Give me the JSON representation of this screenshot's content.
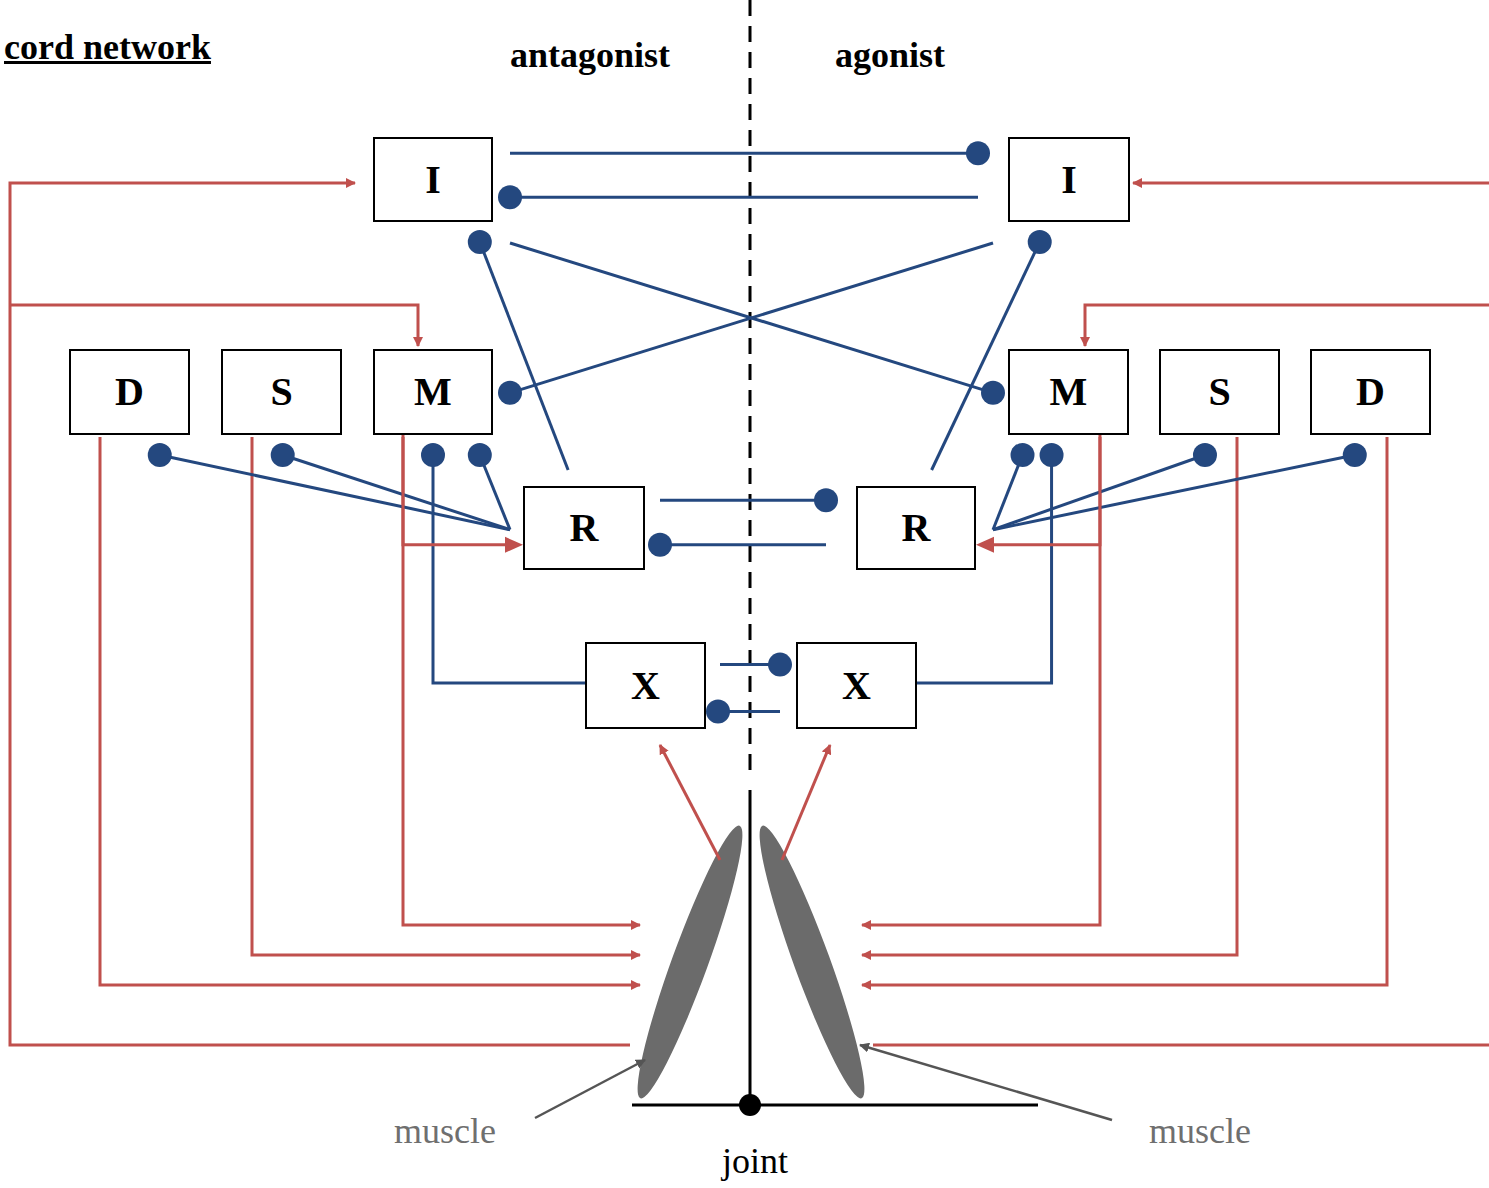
{
  "diagram": {
    "title": "cord network",
    "nodes": [
      {
        "text": [
          "I"
        ]
      },
      {
        "text": [
          "I"
        ]
      },
      {
        "text": [
          "D"
        ]
      },
      {
        "text": [
          "S"
        ]
      },
      {
        "text": [
          "M"
        ]
      },
      {
        "text": [
          "M"
        ]
      },
      {
        "text": [
          "S"
        ]
      },
      {
        "text": [
          "D"
        ]
      },
      {
        "text": [
          "R"
        ]
      },
      {
        "text": [
          "R"
        ]
      },
      {
        "text": [
          "X"
        ]
      },
      {
        "text": [
          "X"
        ]
      }
    ],
    "edges": [
      {
        "from": 0,
        "to": 1,
        "arrow": "to"
      },
      {
        "from": 1,
        "to": 0,
        "arrow": "to"
      },
      {
        "from": 8,
        "to": 0,
        "arrow": "to"
      },
      {
        "from": 0,
        "to": 5,
        "arrow": "to"
      },
      {
        "from": 1,
        "to": 4,
        "arrow": "to"
      },
      {
        "from": 9,
        "to": 1,
        "arrow": "to"
      },
      {
        "from": 8,
        "to": 2,
        "arrow": "to"
      },
      {
        "from": 8,
        "to": 3,
        "arrow": "to"
      },
      {
        "from": 8,
        "to": 4,
        "arrow": "to"
      },
      {
        "from": 9,
        "to": 5,
        "arrow": "to"
      },
      {
        "from": 9,
        "to": 6,
        "arrow": "to"
      },
      {
        "from": 9,
        "to": 7,
        "arrow": "to"
      },
      {
        "from": 8,
        "to": 9,
        "arrow": "to"
      },
      {
        "from": 9,
        "to": 8,
        "arrow": "to"
      },
      {
        "from": 10,
        "to": 4,
        "arrow": "to"
      },
      {
        "from": 11,
        "to": 5,
        "arrow": "to"
      },
      {
        "from": 10,
        "to": 11,
        "arrow": "to"
      },
      {
        "from": 11,
        "to": 10,
        "arrow": "to"
      },
      {
        "from": 4,
        "to": 8,
        "arrow": "to"
      },
      {
        "from": 5,
        "to": 9,
        "arrow": "to"
      }
    ],
    "labels": [
      "antagonist",
      "agonist",
      "muscle",
      "muscle",
      "joint"
    ]
  }
}
